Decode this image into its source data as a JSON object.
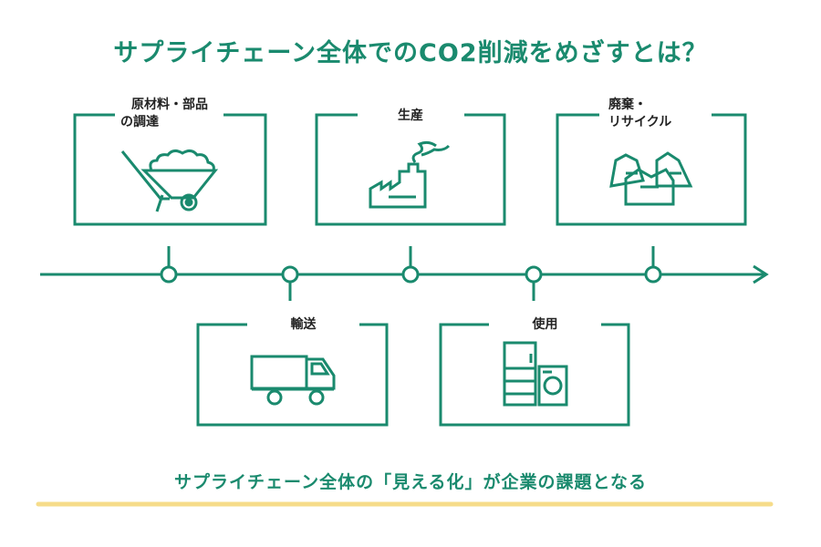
{
  "title": "サプライチェーン全体でのCO2削減をめざすとは？",
  "stages": {
    "materials": {
      "line1": "原材料・部品",
      "line2": "の調達",
      "icon": "wheelbarrow-icon"
    },
    "production": {
      "line1": "生産",
      "icon": "factory-icon"
    },
    "disposal": {
      "line1": "廃棄・",
      "line2": "リサイクル",
      "icon": "garbage-bags-icon"
    },
    "transport": {
      "line1": "輸送",
      "icon": "truck-icon"
    },
    "usage": {
      "line1": "使用",
      "icon": "appliances-icon"
    }
  },
  "footer": "サプライチェーン全体の「見える化」が企業の課題となる",
  "colors": {
    "primary": "#1a8a6e",
    "text": "#222222",
    "underline": "#f6dc8a"
  }
}
